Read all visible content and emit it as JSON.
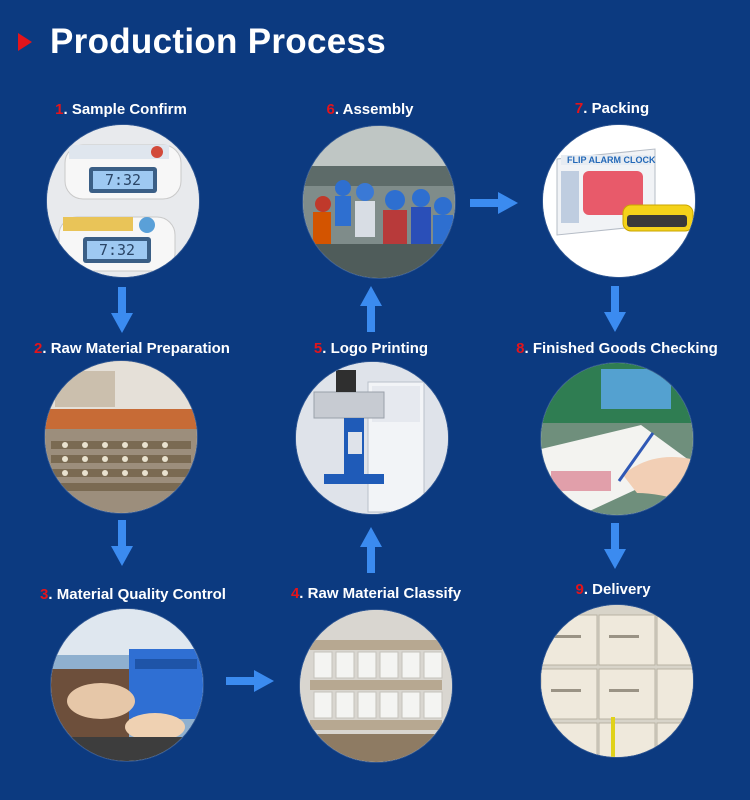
{
  "header": {
    "title": "Production Process"
  },
  "steps": [
    {
      "num": "1",
      "label": "Sample Confirm"
    },
    {
      "num": "2",
      "label": "Raw Material Preparation"
    },
    {
      "num": "3",
      "label": "Material Quality Control"
    },
    {
      "num": "4",
      "label": "Raw Material Classify"
    },
    {
      "num": "5",
      "label": "Logo Printing"
    },
    {
      "num": "6",
      "label": "Assembly"
    },
    {
      "num": "7",
      "label": "Packing"
    },
    {
      "num": "8",
      "label": "Finished Goods Checking"
    },
    {
      "num": "9",
      "label": "Delivery"
    }
  ],
  "photo_text": {
    "clock_time_top": "7:32",
    "clock_time_bottom": "7:32",
    "box_brand": "FLIP ALARM CLOCK"
  },
  "colors": {
    "background": "#0c3a80",
    "step_number": "#e3141b",
    "arrow": "#3b8bf0",
    "text": "#ffffff"
  }
}
